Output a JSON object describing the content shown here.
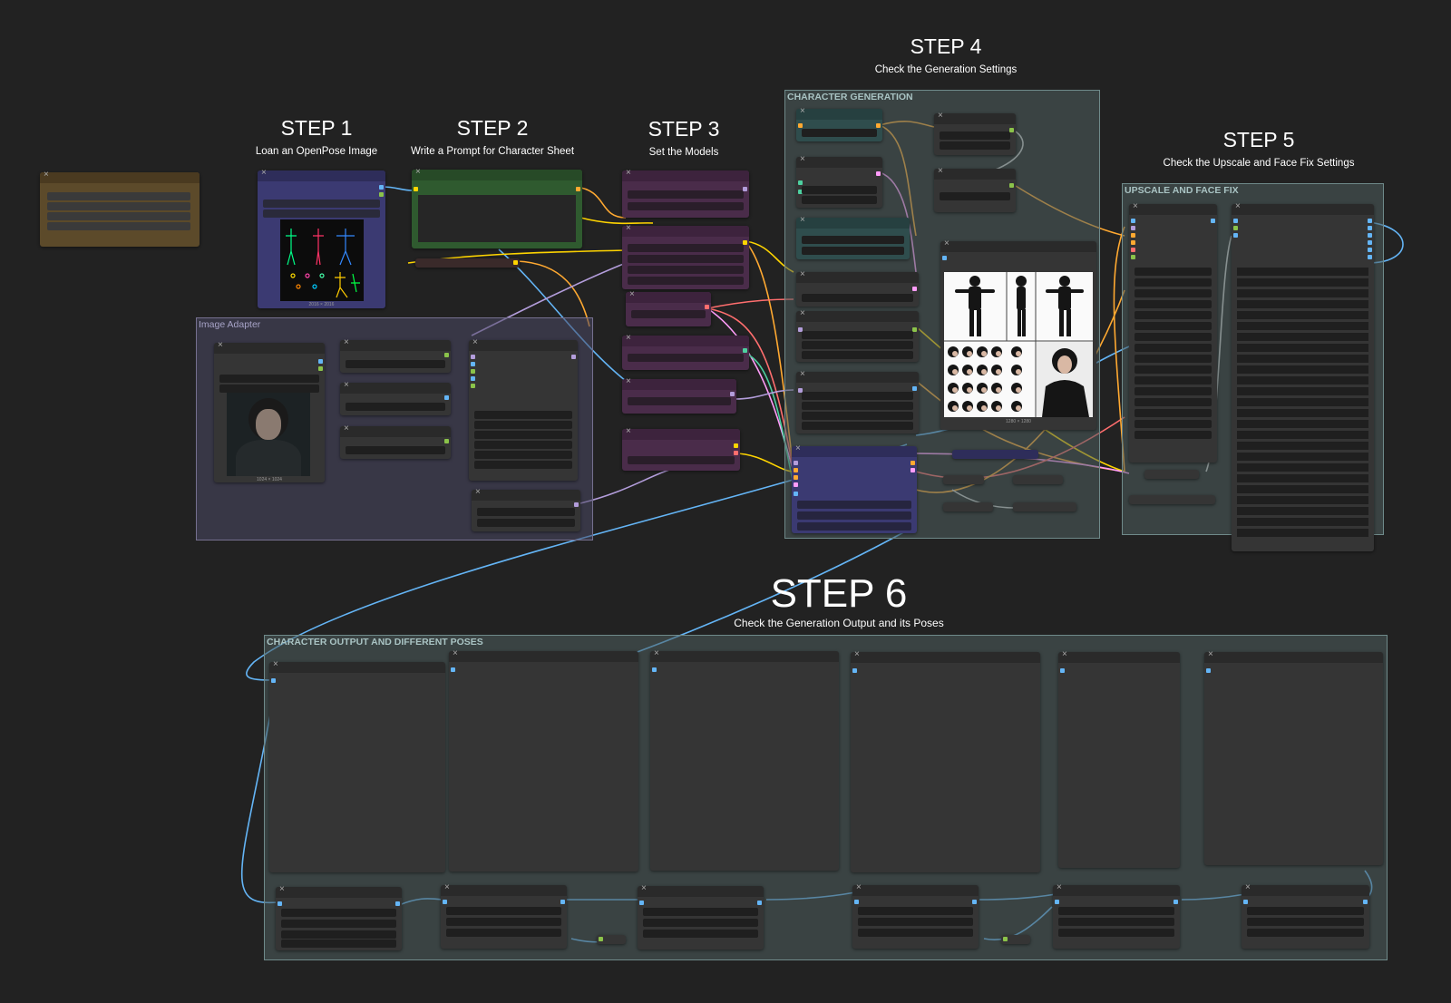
{
  "steps": [
    {
      "title": "STEP 1",
      "subtitle": "Loan an OpenPose Image"
    },
    {
      "title": "STEP 2",
      "subtitle": "Write a Prompt for Character Sheet"
    },
    {
      "title": "STEP 3",
      "subtitle": "Set the Models"
    },
    {
      "title": "STEP 4",
      "subtitle": "Check the Generation Settings"
    },
    {
      "title": "STEP 5",
      "subtitle": "Check the Upscale and Face Fix Settings"
    },
    {
      "title": "STEP 6",
      "subtitle": "Check the Generation Output and its Poses"
    }
  ],
  "groups": {
    "image_adapter": "Image Adapter",
    "character_generation": "CHARACTER GENERATION",
    "upscale_face_fix": "UPSCALE AND FACE FIX",
    "character_output": "CHARACTER OUTPUT AND DIFFERENT POSES"
  },
  "image_captions": {
    "openpose": "2016 × 2016",
    "reference": "1024 × 1024",
    "character_sheet": "1280 × 1280"
  },
  "colors": {
    "canvas": "#222222",
    "wire_image": "#64b5f6",
    "wire_model": "#b39ddb",
    "wire_conditioning": "#ffa931",
    "wire_latent": "#ff9cf9",
    "wire_vae": "#ff6e6e",
    "wire_clip": "#ffd500",
    "node_purple": "#4a2c4a",
    "node_blue": "#3b3a72",
    "node_green": "#2f5a2f",
    "node_teal": "#2f4d4d"
  }
}
